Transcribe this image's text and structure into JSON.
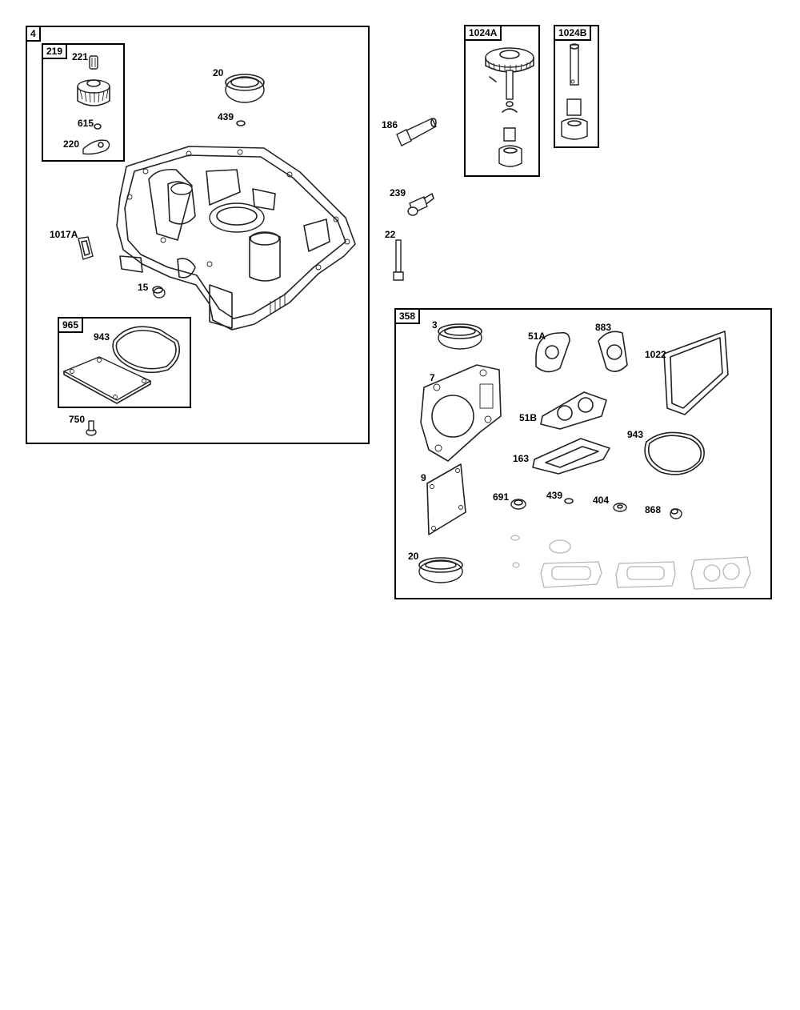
{
  "boxes": {
    "b4": "4",
    "b219": "219",
    "b965": "965",
    "b1024a": "1024A",
    "b1024b": "1024B",
    "b358": "358"
  },
  "labels": {
    "p221": "221",
    "p20a": "20",
    "p439a": "439",
    "p615": "615",
    "p220": "220",
    "p1017a": "1017A",
    "p15": "15",
    "p943a": "943",
    "p750": "750",
    "p186": "186",
    "p239": "239",
    "p22": "22",
    "p3": "3",
    "p51a": "51A",
    "p883": "883",
    "p1022": "1022",
    "p7": "7",
    "p51b": "51B",
    "p943b": "943",
    "p163": "163",
    "p9": "9",
    "p691": "691",
    "p439b": "439",
    "p404": "404",
    "p868": "868",
    "p20b": "20"
  }
}
